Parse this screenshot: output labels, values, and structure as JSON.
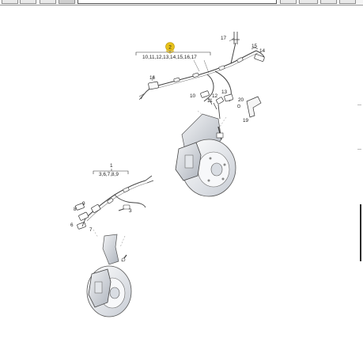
{
  "toolbar": {
    "buttons": [
      "first-page",
      "previous-page",
      "zoom-in",
      "next-page",
      "last-page",
      "print"
    ],
    "search_value": ""
  },
  "diagram": {
    "highlight_color": "#e8c21a",
    "highlight_label": "2",
    "rear_group": {
      "bracket_label": "10,11,12,13,14,15,16,17",
      "callouts": {
        "c17": "17",
        "c15": "15",
        "c14": "14",
        "c16": "16",
        "c10": "10",
        "c12": "12",
        "c13": "13",
        "c11": "11",
        "c20": "20",
        "c19": "19"
      }
    },
    "front_group": {
      "top_label": "1",
      "bracket_label": "3,6,7,8,9",
      "callouts": {
        "c9": "9",
        "c8": "8",
        "c3": "3",
        "c6": "6",
        "c7": "7"
      }
    }
  }
}
